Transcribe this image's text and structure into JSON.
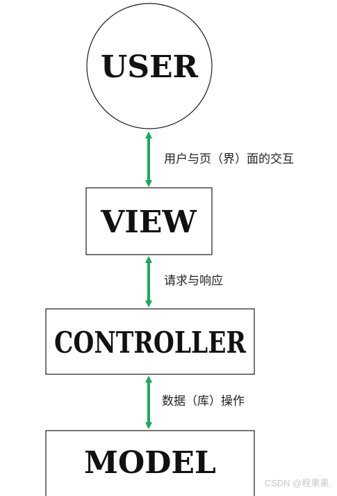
{
  "diagram": {
    "nodes": {
      "user": {
        "label": "USER",
        "shape": "circle"
      },
      "view": {
        "label": "VIEW",
        "shape": "rect"
      },
      "controller": {
        "label": "CONTROLLER",
        "shape": "rect"
      },
      "model": {
        "label": "MODEL",
        "shape": "rect"
      }
    },
    "edges": {
      "user_view": {
        "label": "用户与页（界）面的交互",
        "direction": "both"
      },
      "view_controller": {
        "label": "请求与响应",
        "direction": "both"
      },
      "controller_model": {
        "label": "数据（库）操作",
        "direction": "both"
      }
    },
    "colors": {
      "arrow": "#1aaa55",
      "stroke": "#1a1a1a",
      "text": "#111111"
    }
  },
  "watermark": "CSDN @程果果."
}
